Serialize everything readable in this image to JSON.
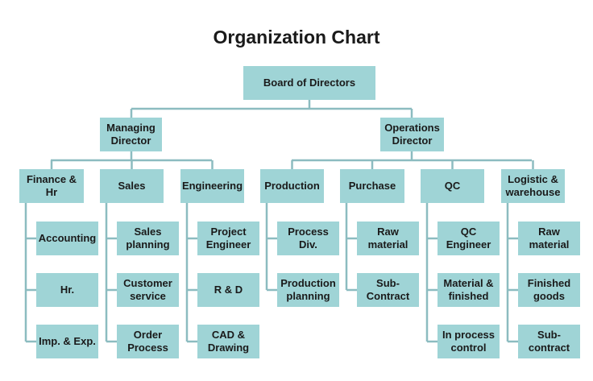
{
  "title": "Organization Chart",
  "colors": {
    "box_fill": "#9fd4d6",
    "connector": "#8cbcc0",
    "text": "#1a1a1a"
  },
  "root": {
    "label": "Board of Directors"
  },
  "directors": {
    "managing": {
      "label": "Managing\nDirector"
    },
    "operations": {
      "label": "Operations\nDirector"
    }
  },
  "departments": [
    {
      "label": "Finance & Hr",
      "items": [
        "Accounting",
        "Hr.",
        "Imp. & Exp."
      ]
    },
    {
      "label": "Sales",
      "items": [
        "Sales\nplanning",
        "Customer\nservice",
        "Order\nProcess"
      ]
    },
    {
      "label": "Engineering",
      "items": [
        "Project\nEngineer",
        "R & D",
        "CAD &\nDrawing"
      ]
    },
    {
      "label": "Production",
      "items": [
        "Process Div.",
        "Production\nplanning"
      ]
    },
    {
      "label": "Purchase",
      "items": [
        "Raw material",
        "Sub-\nContract"
      ]
    },
    {
      "label": "QC",
      "items": [
        "QC Engineer",
        "Material &\nfinished",
        "In process\ncontrol"
      ]
    },
    {
      "label": "Logistic &\nwarehouse",
      "items": [
        "Raw material",
        "Finished\ngoods",
        "Sub-contract"
      ]
    }
  ]
}
